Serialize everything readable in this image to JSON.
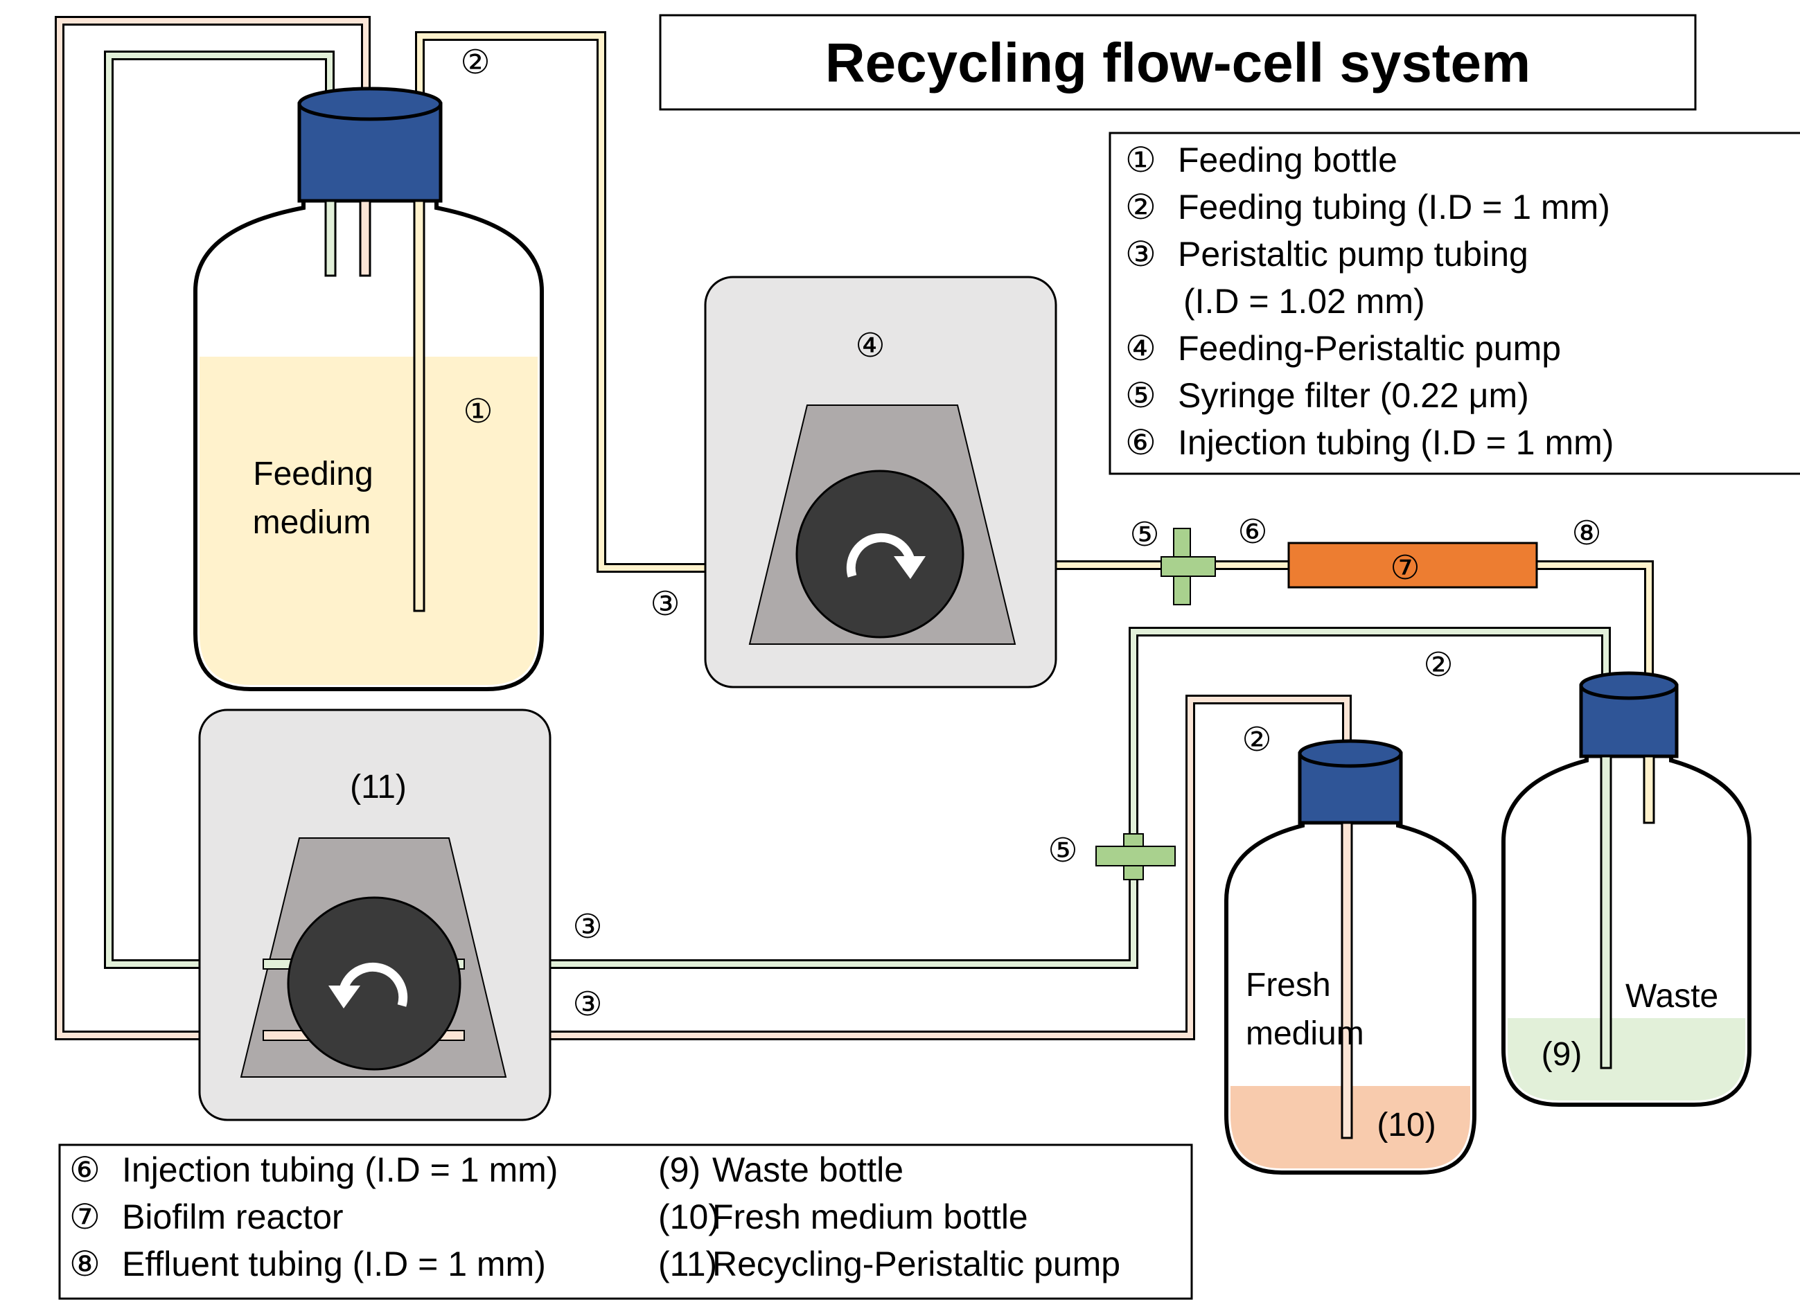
{
  "title": "Recycling flow-cell system",
  "legend_top": [
    {
      "num": "①",
      "text": "Feeding bottle"
    },
    {
      "num": "②",
      "text": "Feeding tubing (I.D = 1 mm)"
    },
    {
      "num": "③",
      "text": "Peristaltic pump tubing"
    },
    {
      "num": "",
      "text": "(I.D = 1.02 mm)"
    },
    {
      "num": "④",
      "text": "Feeding-Peristaltic pump"
    },
    {
      "num": "⑤",
      "text": "Syringe filter (0.22 μm)"
    },
    {
      "num": "⑥",
      "text": "Injection tubing (I.D = 1 mm)"
    }
  ],
  "legend_bottom_left": [
    {
      "num": "⑥",
      "text": "Injection tubing (I.D = 1 mm)"
    },
    {
      "num": "⑦",
      "text": "Biofilm reactor"
    },
    {
      "num": "⑧",
      "text": "Effluent tubing (I.D = 1 mm)"
    }
  ],
  "legend_bottom_right": [
    {
      "num": "(9)",
      "text": "Waste bottle"
    },
    {
      "num": "(10)",
      "text": "Fresh medium bottle"
    },
    {
      "num": "(11)",
      "text": "Recycling-Peristaltic pump"
    }
  ],
  "labels": {
    "feeding_bottle_num": "①",
    "feeding_medium_line1": "Feeding",
    "feeding_medium_line2": "medium",
    "feeding_tubing_num": "②",
    "feeding_pump_num": "④",
    "pump_tubing_feed_num": "③",
    "filter_top_num": "⑤",
    "injection_tubing_num": "⑥",
    "reactor_num": "⑦",
    "effluent_num": "⑧",
    "waste_tubing_num": "②",
    "fresh_tubing_num": "②",
    "filter_bottom_num": "⑤",
    "recycling_pump_num": "(11)",
    "recycle_tubing_upper_num": "③",
    "recycle_tubing_lower_num": "③",
    "fresh_medium_line1": "Fresh",
    "fresh_medium_line2": "medium",
    "fresh_bottle_num": "(10)",
    "waste_label": "Waste",
    "waste_bottle_num": "(9)"
  },
  "colors": {
    "cap_blue": "#2f5597",
    "feeding_medium": "#fff2cc",
    "fresh_medium": "#f8cbad",
    "waste_liquid": "#e2f0d9",
    "reactor_orange": "#ed7d31",
    "filter_green": "#a9d18e",
    "pump_panel": "#e7e6e6",
    "pump_body": "#aeaaaa",
    "rotor": "#3a3a3a",
    "tube_cream": "#fff2cc",
    "tube_pink": "#fbe5d6",
    "tube_green": "#e2f0d9"
  },
  "icons": {
    "feeding_rotor": "clockwise-arrow-icon",
    "recycling_rotor": "counterclockwise-arrow-icon"
  }
}
